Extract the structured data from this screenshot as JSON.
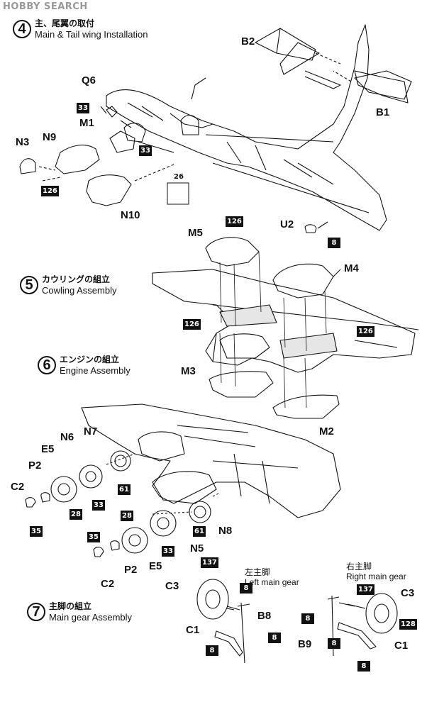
{
  "watermark": "HOBBY SEARCH",
  "steps": [
    {
      "num": "4",
      "jp": "主、尾翼の取付",
      "en": "Main & Tail wing Installation"
    },
    {
      "num": "5",
      "jp": "カウリングの組立",
      "en": "Cowling Assembly"
    },
    {
      "num": "6",
      "jp": "エンジンの組立",
      "en": "Engine Assembly"
    },
    {
      "num": "7",
      "jp": "主脚の組立",
      "en": "Main gear Assembly"
    }
  ],
  "parts": {
    "B2": "B2",
    "B1": "B1",
    "Q6": "Q6",
    "M1": "M1",
    "N3": "N3",
    "N9": "N9",
    "N10": "N10",
    "U2": "U2",
    "M5": "M5",
    "M4": "M4",
    "M3": "M3",
    "M2": "M2",
    "N6": "N6",
    "N7": "N7",
    "E5a": "E5",
    "P2a": "P2",
    "C2a": "C2",
    "N8": "N8",
    "N5": "N5",
    "E5b": "E5",
    "P2b": "P2",
    "C2b": "C2",
    "C3a": "C3",
    "B8": "B8",
    "C1a": "C1",
    "C3b": "C3",
    "B9": "B9",
    "C1b": "C1"
  },
  "callouts": {
    "c33_q6": "33",
    "c33_m1": "33",
    "c126_n9": "126",
    "c26": "26",
    "c8_u2": "8",
    "c126_m5": "126",
    "c126_left": "126",
    "c126_right": "126",
    "c61_n7": "61",
    "c33_n6": "33",
    "c28_e5": "28",
    "c35_c2": "35",
    "c28_n5": "28",
    "c61_n8": "61",
    "c35_p2": "35",
    "c33_n5": "33",
    "c137_left": "137",
    "c8_c3left": "8",
    "c8_b8": "8",
    "c8_c1left": "8",
    "c137_right": "137",
    "c128": "128",
    "c8_right1": "8",
    "c8_b9": "8",
    "c8_c1right": "8"
  },
  "gear": {
    "left_jp": "左主脚",
    "left_en": "Left main gear",
    "right_jp": "右主脚",
    "right_en": "Right main gear"
  }
}
